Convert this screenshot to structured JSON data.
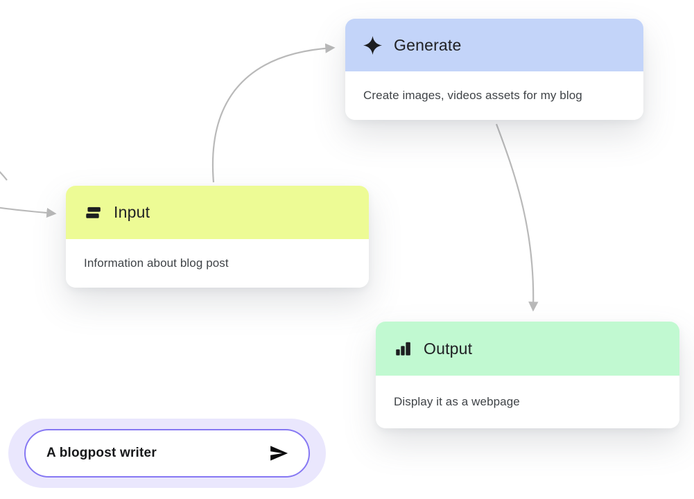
{
  "canvas": {
    "background": "#ffffff",
    "connector_color": "#b9b9b9"
  },
  "nodes": [
    {
      "title": "Input",
      "description": "Information about blog post",
      "header_color": "#edfb95",
      "icon": "input-equals-icon"
    },
    {
      "title": "Generate",
      "description": "Create images, videos assets for my blog",
      "header_color": "#c3d4f9",
      "icon": "sparkle-icon"
    },
    {
      "title": "Output",
      "description": "Display it as a webpage",
      "header_color": "#c1f9d1",
      "icon": "bar-chart-icon"
    }
  ],
  "prompt": {
    "value": "A blogpost writer",
    "halo_color": "#eae7fd",
    "border_color": "#8678f3",
    "send_icon": "send-icon"
  }
}
